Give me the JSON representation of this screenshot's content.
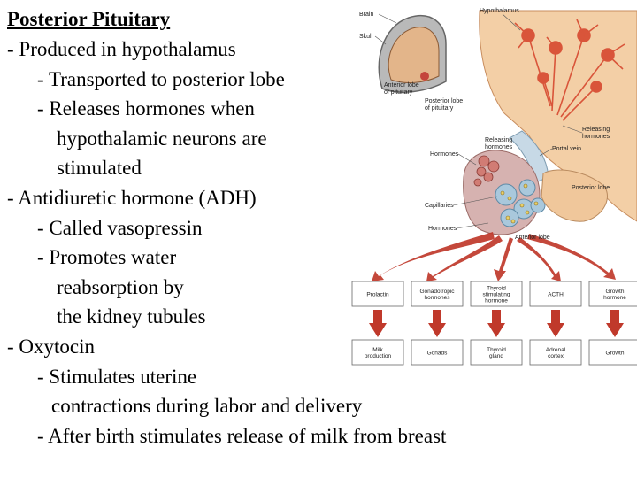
{
  "slide": {
    "title": "Posterior Pituitary",
    "lines": [
      "- Produced in hypothalamus",
      "- Transported to posterior lobe",
      "- Releases hormones when",
      "hypothalamic neurons are",
      "stimulated",
      "- Antidiuretic hormone (ADH)",
      "- Called vasopressin",
      "- Promotes water",
      "reabsorption by",
      "the kidney tubules",
      "- Oxytocin",
      "- Stimulates uterine",
      "contractions during labor and delivery",
      "- After birth stimulates release of milk from breast"
    ]
  },
  "figure": {
    "labels": {
      "brain": "Brain",
      "skull": "Skull",
      "hypothalamus": "Hypothalamus",
      "anterior_lobe_of_pituitary": [
        "Anterior lobe",
        "of pituitary"
      ],
      "posterior_lobe_of_pituitary": [
        "Posterior lobe",
        "of pituitary"
      ],
      "releasing_hormones_mid": [
        "Releasing",
        "hormones"
      ],
      "releasing_hormones_right": [
        "Releasing",
        "hormones"
      ],
      "hormones_upper": "Hormones",
      "portal_vein": "Portal vein",
      "posterior_lobe": "Posterior lobe",
      "capillaries": "Capillaries",
      "hormones_lower": "Hormones",
      "anterior_lobe": "Anterior lobe"
    },
    "hormone_boxes": [
      [
        "Prolactin"
      ],
      [
        "Gonadotropic",
        "hormones"
      ],
      [
        "Thyroid",
        "stimulating",
        "hormone"
      ],
      [
        "ACTH"
      ],
      [
        "Growth",
        "hormone"
      ]
    ],
    "target_boxes": [
      [
        "Milk",
        "production"
      ],
      [
        "Gonads"
      ],
      [
        "Thyroid",
        "gland"
      ],
      [
        "Adrenal",
        "cortex"
      ],
      [
        "Growth"
      ]
    ],
    "colors": {
      "hypothalamus_tissue": "#f3cfa6",
      "neuron": "#d9553a",
      "anterior_lobe": "#d6b2b0",
      "posterior_lobe": "#f0c79b",
      "capillaries": "#a9c8dc",
      "arrow": "#c0392b"
    }
  }
}
